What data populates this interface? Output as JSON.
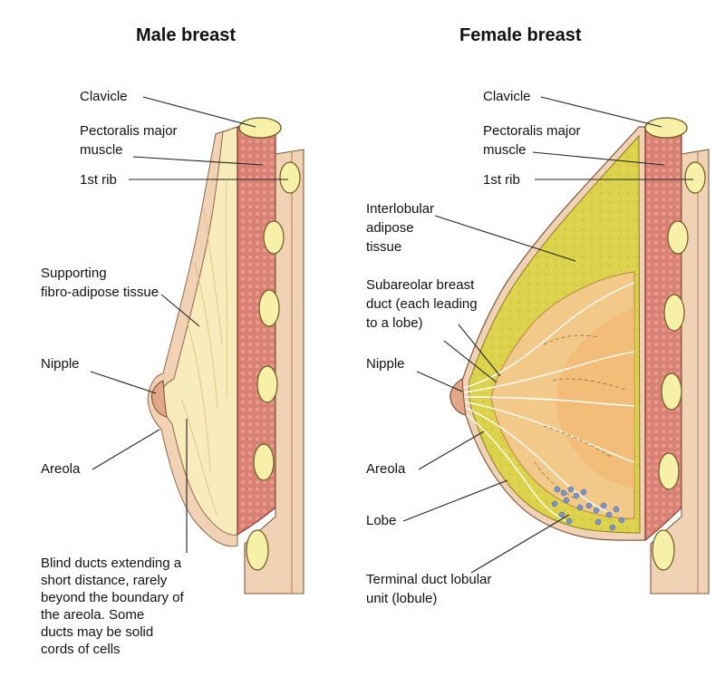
{
  "titles": {
    "male": "Male breast",
    "female": "Female breast"
  },
  "male": {
    "clavicle": "Clavicle",
    "pectoralis_1": "Pectoralis major",
    "pectoralis_2": "muscle",
    "rib": "1st rib",
    "supporting_1": "Supporting",
    "supporting_2": "fibro-adipose tissue",
    "nipple": "Nipple",
    "areola": "Areola",
    "blind_ducts": [
      "Blind ducts extending a",
      "short distance, rarely",
      "beyond the boundary of",
      "the areola.  Some",
      "ducts may be solid",
      "cords of cells"
    ]
  },
  "female": {
    "clavicle": "Clavicle",
    "pectoralis_1": "Pectoralis major",
    "pectoralis_2": "muscle",
    "rib": "1st rib",
    "interlobular_1": "Interlobular",
    "interlobular_2": "adipose",
    "interlobular_3": "tissue",
    "subareolar_1": "Subareolar breast",
    "subareolar_2": "duct (each leading",
    "subareolar_3": "to a lobe)",
    "nipple": "Nipple",
    "areola": "Areola",
    "lobe": "Lobe",
    "terminal_1": "Terminal duct lobular",
    "terminal_2": "unit (lobule)"
  },
  "colors": {
    "skin": "#f2d2b4",
    "fibro_adipose": "#f8ebbc",
    "muscle": "#d97f73",
    "bone": "#f7f0a8",
    "fat_yellow": "#dcd24c",
    "glandular": "#f3c98a",
    "lobule_blue": "#7a95c8"
  }
}
